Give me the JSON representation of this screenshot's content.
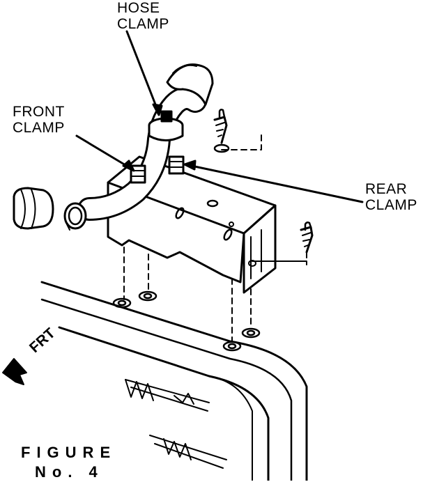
{
  "diagram": {
    "labels": {
      "hose_clamp": [
        "HOSE",
        "CLAMP"
      ],
      "front_clamp": [
        "FRONT",
        "CLAMP"
      ],
      "rear_clamp": [
        "REAR",
        "CLAMP"
      ],
      "direction": "FRT"
    },
    "caption": [
      "FIGURE",
      "No. 4"
    ]
  },
  "colors": {
    "ink": "#000000",
    "paper": "#ffffff"
  }
}
